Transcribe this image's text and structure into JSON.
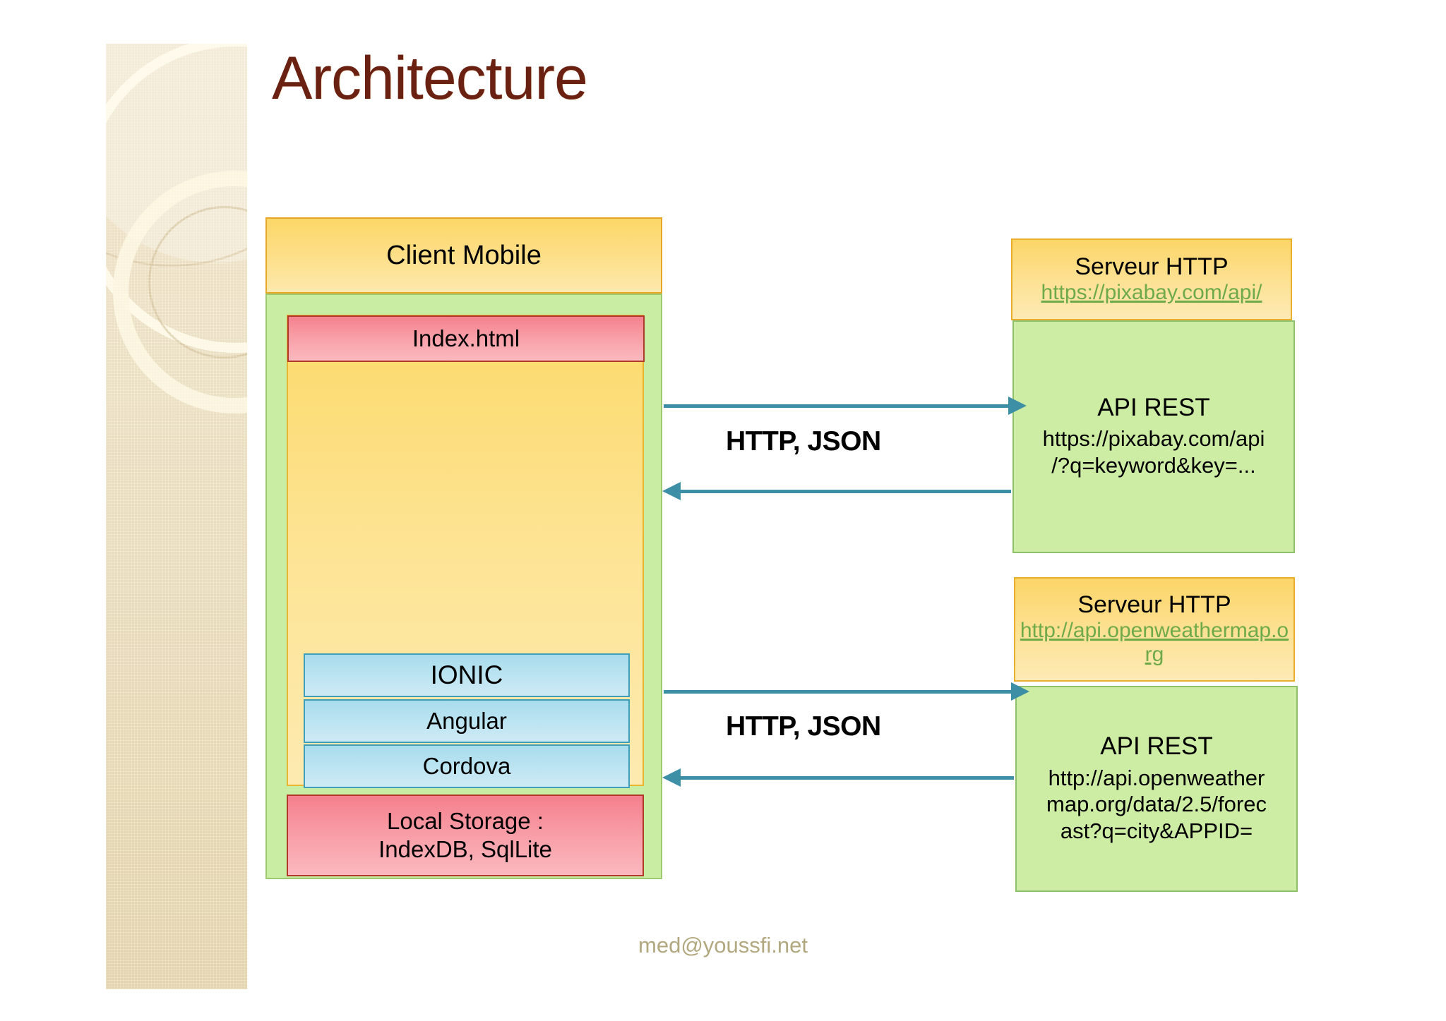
{
  "slide": {
    "title": "Architecture",
    "footer": "med@youssfi.net"
  },
  "client": {
    "header_label": "Client Mobile",
    "index_label": "Index.html",
    "stack": [
      {
        "label": "IONIC"
      },
      {
        "label": "Angular"
      },
      {
        "label": "Cordova"
      }
    ],
    "local_storage": {
      "line1": "Local Storage :",
      "line2": "IndexDB, SqlLite"
    }
  },
  "servers": [
    {
      "id": "pixabay",
      "server_title": "Serveur HTTP",
      "server_link": "https://pixabay.com/api/",
      "api_title": "API REST",
      "api_url": "https://pixabay.com/api\n/?q=keyword&key=..."
    },
    {
      "id": "openweathermap",
      "server_title": "Serveur HTTP",
      "server_link": "http://api.openweathermap.org",
      "api_title": "API REST",
      "api_url": "http://api.openweather\nmap.org/data/2.5/forec\nast?q=city&APPID="
    }
  ],
  "connections": [
    {
      "id": "pixabay-link",
      "label": "HTTP, JSON"
    },
    {
      "id": "openweathermap-link",
      "label": "HTTP, JSON"
    }
  ],
  "colors": {
    "title": "#6b2112",
    "yellow_fill": "#fcd667",
    "yellow_border": "#e8a626",
    "green_fill": "#cdeda4",
    "green_border": "#8fc06b",
    "red_fill": "#f4828e",
    "red_border": "#b03a2a",
    "blue_fill": "#bfe5f2",
    "blue_border": "#3f9fba",
    "arrow": "#3d8fa6",
    "link_text": "#6faa4a",
    "footer_text": "#b2a880",
    "band_bg": "#ece0c3"
  }
}
